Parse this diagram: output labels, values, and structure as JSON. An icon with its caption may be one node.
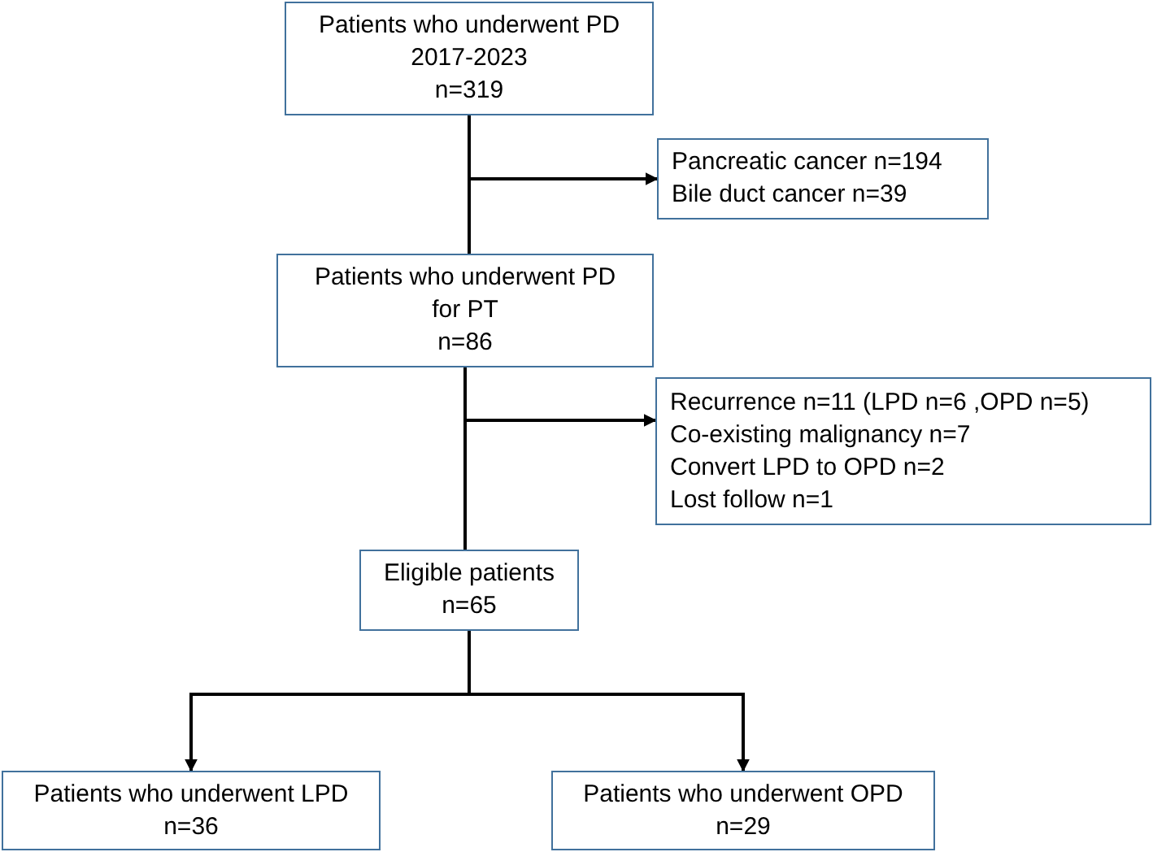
{
  "diagram": {
    "nodes": [
      {
        "text": [
          "Patients who underwent PD",
          "2017-2023",
          "n=319"
        ]
      },
      {
        "text": [
          "Pancreatic cancer n=194",
          "Bile duct cancer n=39"
        ]
      },
      {
        "text": [
          "Patients who underwent PD",
          "for PT",
          "n=86"
        ]
      },
      {
        "text": [
          "Recurrence n=11 (LPD n=6 ,OPD n=5)",
          "Co-existing malignancy n=7",
          "Convert LPD to OPD n=2",
          "Lost follow n=1"
        ]
      },
      {
        "text": [
          "Eligible patients",
          "n=65"
        ]
      },
      {
        "text": [
          "Patients who underwent LPD",
          "n=36"
        ]
      },
      {
        "text": [
          "Patients who underwent OPD",
          "n=29"
        ]
      }
    ],
    "edges": [
      {
        "from": 0,
        "to": 2,
        "arrow": "none"
      },
      {
        "from": 0,
        "to": 1,
        "arrow": "to"
      },
      {
        "from": 2,
        "to": 4,
        "arrow": "none"
      },
      {
        "from": 2,
        "to": 3,
        "arrow": "to"
      },
      {
        "from": 4,
        "to": 5,
        "arrow": "to"
      },
      {
        "from": 4,
        "to": 6,
        "arrow": "to"
      }
    ]
  }
}
